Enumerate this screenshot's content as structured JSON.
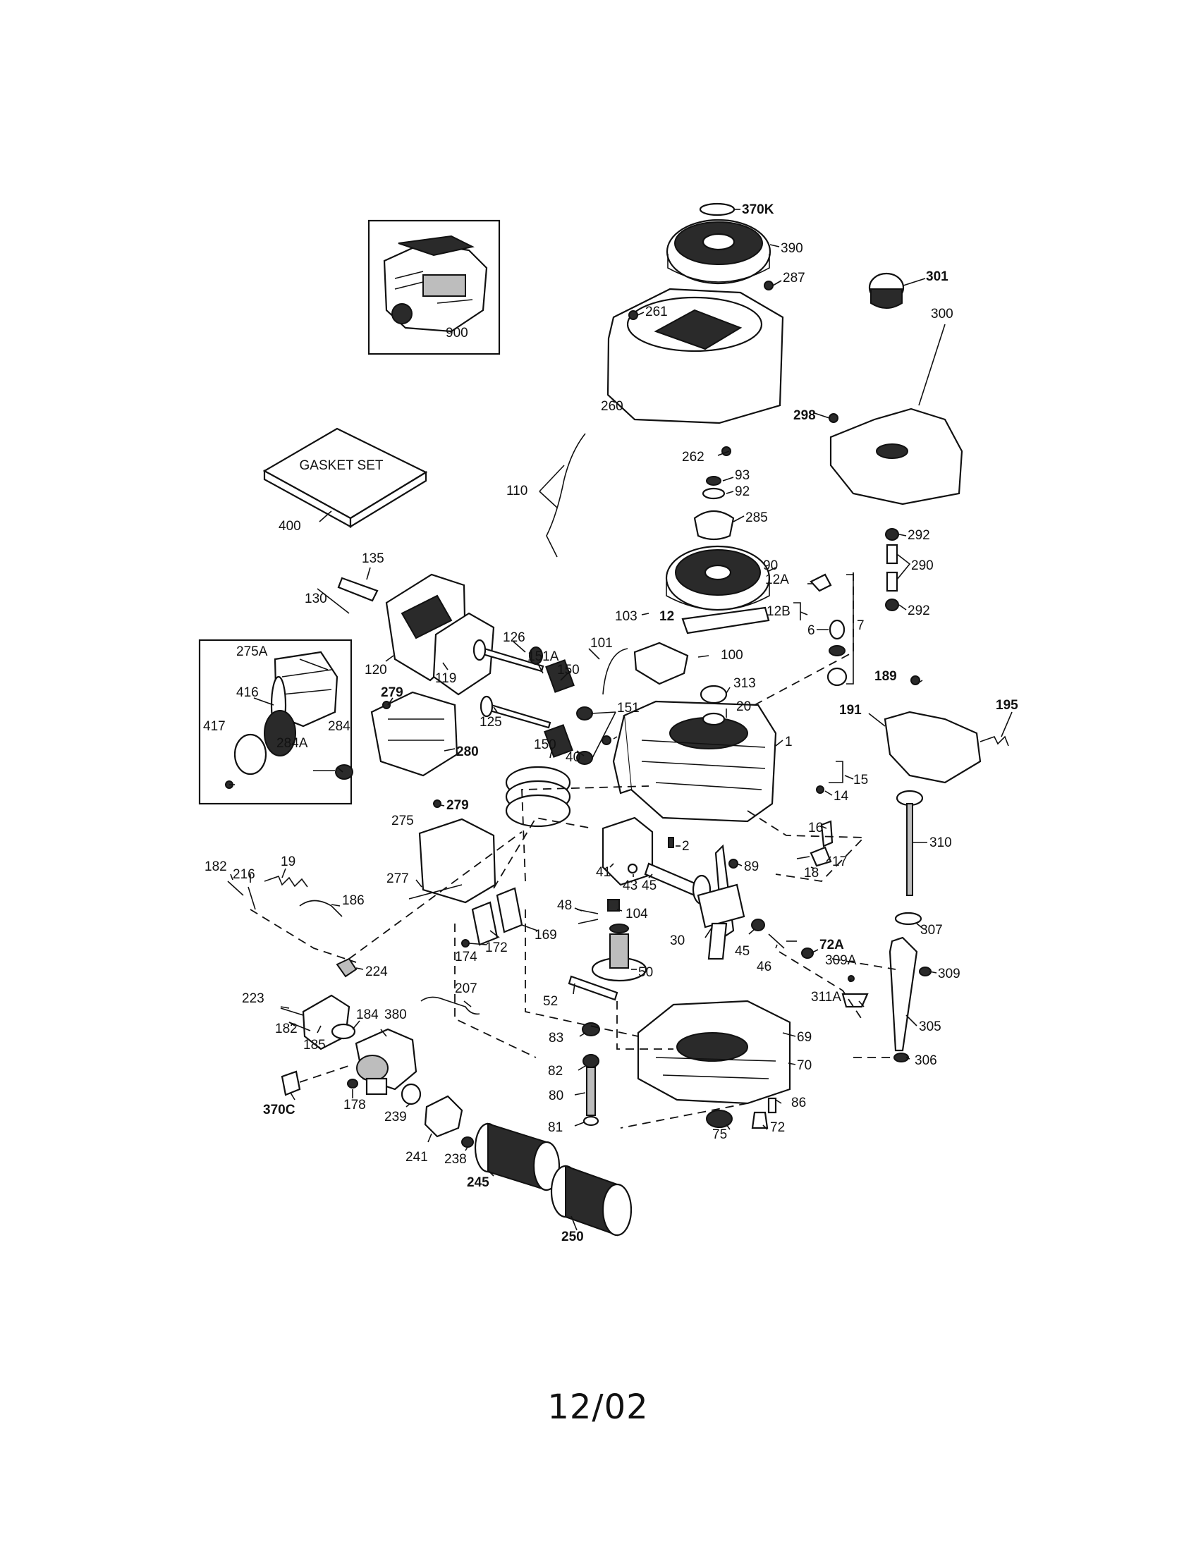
{
  "footer": {
    "date_code": "12/02"
  },
  "gasket_set": {
    "label": "GASKET SET"
  },
  "callouts": [
    "370K",
    "390",
    "287",
    "261",
    "301",
    "300",
    "900",
    "260",
    "298",
    "262",
    "400",
    "110",
    "93",
    "92",
    "285",
    "292",
    "290",
    "292",
    "135",
    "90",
    "12A",
    "130",
    "12B",
    "7",
    "103",
    "12",
    "6",
    "275A",
    "126",
    "101",
    "100",
    "120",
    "119",
    "151A",
    "150",
    "313",
    "189",
    "195",
    "416",
    "279",
    "20",
    "191",
    "125",
    "151",
    "417",
    "284",
    "284A",
    "280",
    "150",
    "40",
    "1",
    "15",
    "14",
    "279",
    "275",
    "16",
    "310",
    "2",
    "17",
    "89",
    "18",
    "41",
    "182",
    "216",
    "19",
    "277",
    "43",
    "45",
    "186",
    "48",
    "104",
    "30",
    "169",
    "307",
    "172",
    "45",
    "174",
    "72A",
    "309A",
    "46",
    "224",
    "50",
    "309",
    "207",
    "223",
    "311A",
    "184",
    "380",
    "52",
    "305",
    "182",
    "185",
    "69",
    "83",
    "306",
    "70",
    "82",
    "370C",
    "178",
    "80",
    "86",
    "239",
    "75",
    "72",
    "81",
    "241",
    "238",
    "245",
    "250"
  ]
}
